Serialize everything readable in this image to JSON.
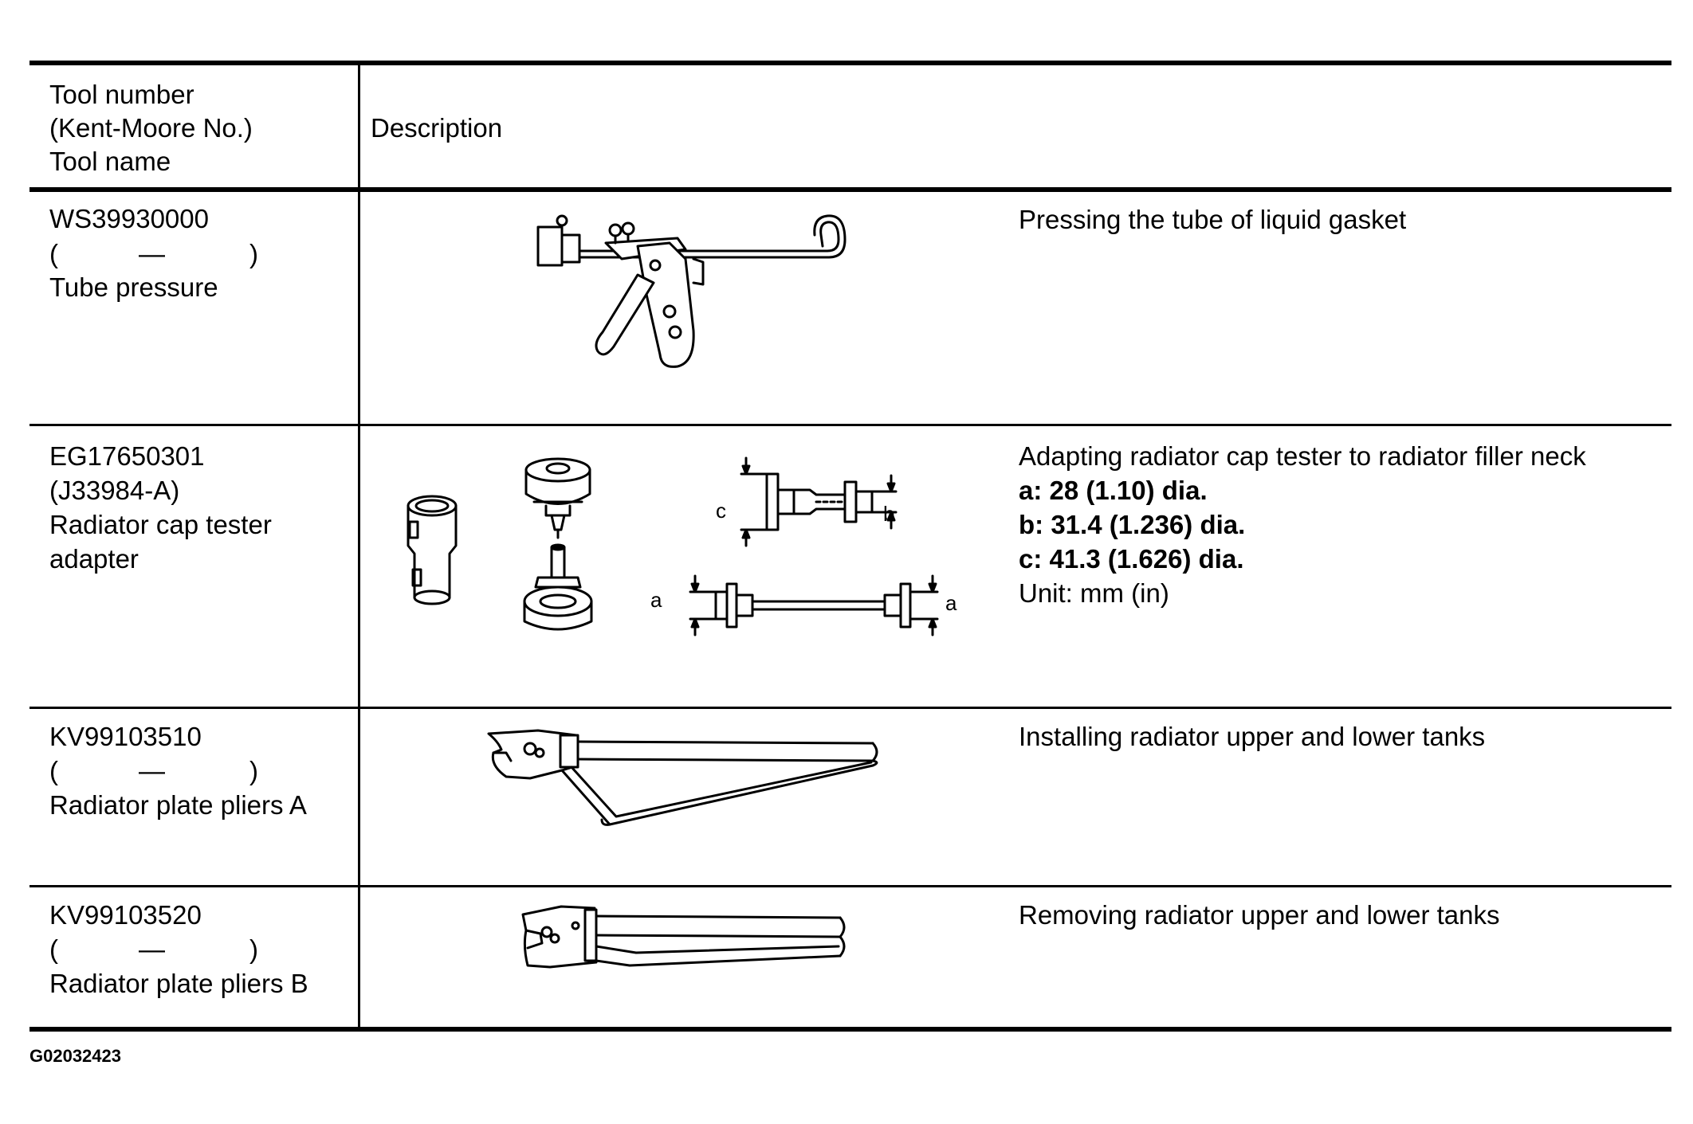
{
  "header": {
    "tool_col": [
      "Tool number",
      "(Kent-Moore No.)",
      "Tool name"
    ],
    "description_col": "Description"
  },
  "rows": [
    {
      "tool_number": "WS39930000",
      "kent_moore": {
        "open": "(",
        "dash": "—",
        "close": ")"
      },
      "tool_name": [
        "Tube pressure"
      ],
      "illustration": "tube-pressure-gun-icon",
      "description": [
        "Pressing the tube of liquid gasket"
      ]
    },
    {
      "tool_number": "EG17650301",
      "kent_moore_text": "(J33984-A)",
      "tool_name": [
        "Radiator cap tester",
        "adapter"
      ],
      "illustration": "radiator-cap-adapter-icon",
      "dim_labels": {
        "a": "a",
        "b": "b",
        "c": "c"
      },
      "description": [
        "Adapting radiator cap tester to radiator filler neck"
      ],
      "specs": [
        "a: 28 (1.10) dia.",
        "b: 31.4 (1.236) dia.",
        "c: 41.3 (1.626) dia."
      ],
      "unit": "Unit: mm (in)"
    },
    {
      "tool_number": "KV99103510",
      "kent_moore": {
        "open": "(",
        "dash": "—",
        "close": ")"
      },
      "tool_name": [
        "Radiator plate pliers A"
      ],
      "illustration": "plate-pliers-a-icon",
      "description": [
        "Installing radiator upper and lower tanks"
      ]
    },
    {
      "tool_number": "KV99103520",
      "kent_moore": {
        "open": "(",
        "dash": "—",
        "close": ")"
      },
      "tool_name": [
        "Radiator plate pliers B"
      ],
      "illustration": "plate-pliers-b-icon",
      "description": [
        "Removing radiator upper and lower tanks"
      ]
    }
  ],
  "footer": {
    "figure_id": "G02032423"
  }
}
